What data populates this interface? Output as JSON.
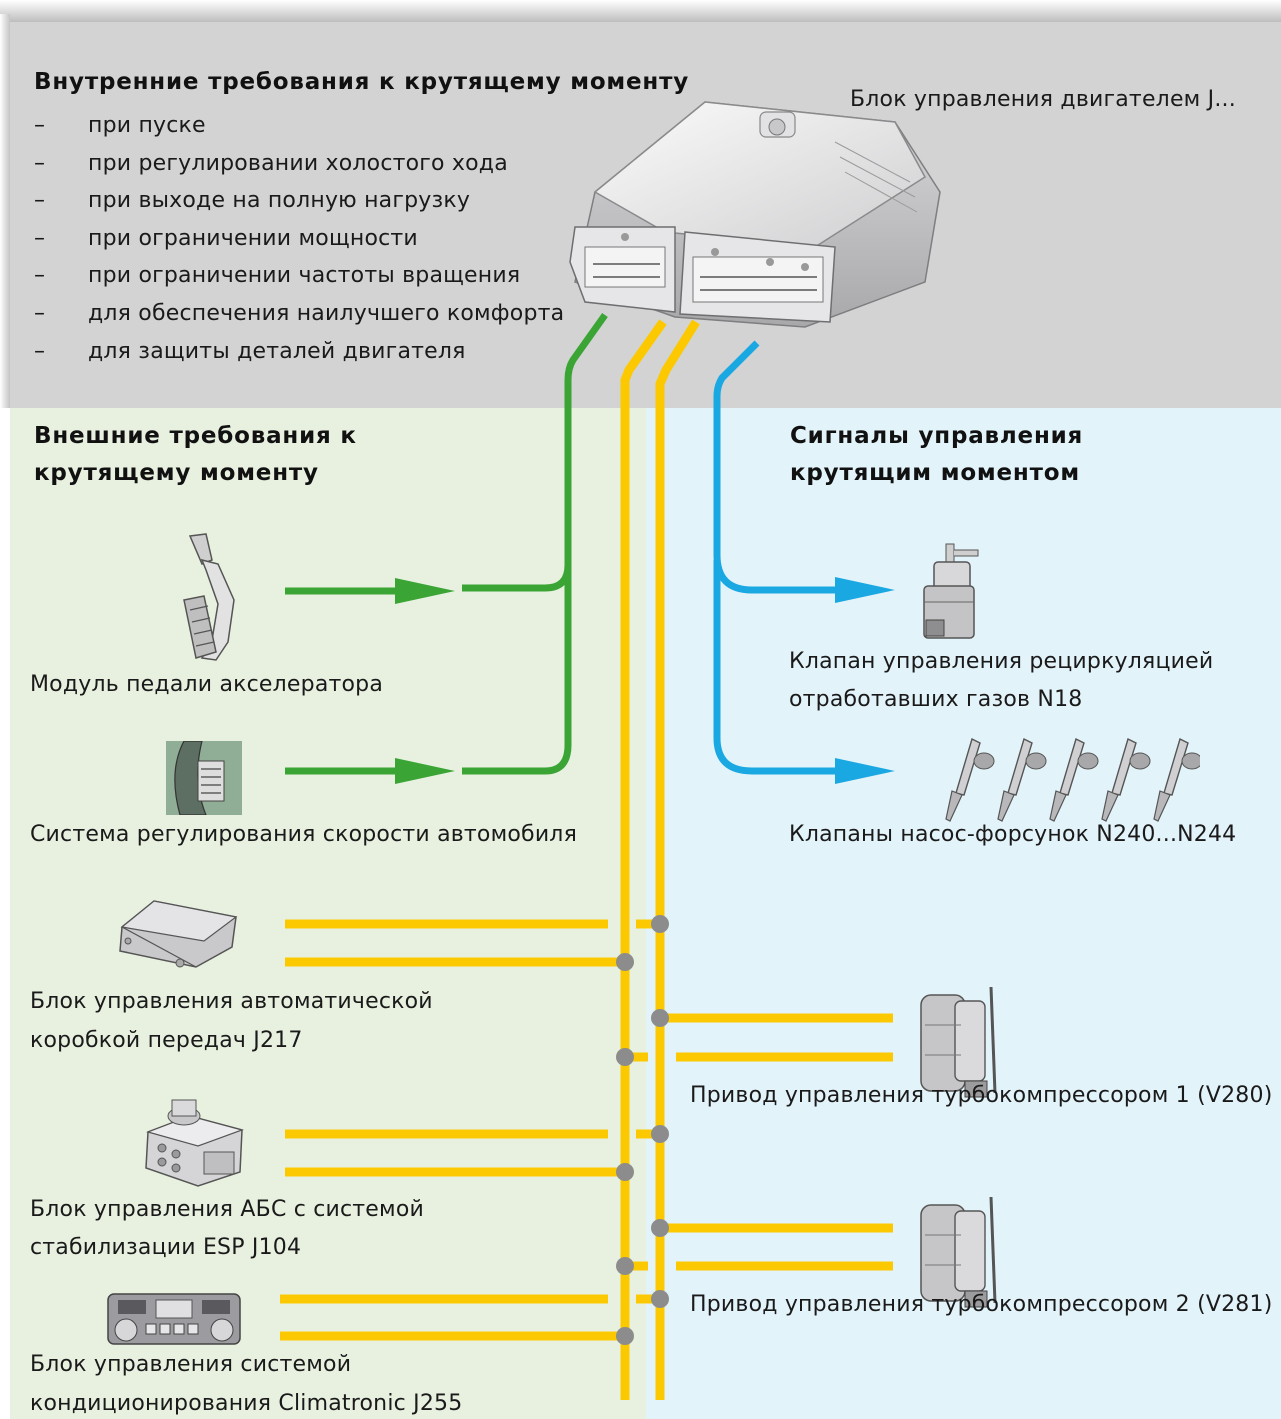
{
  "ecu_label": "Блок управления двигателем J...",
  "internal": {
    "heading": "Внутренние требования к крутящему моменту",
    "items": [
      "при пуске",
      "при регулировании холостого хода",
      "при выходе на полную нагрузку",
      "при ограничении мощности",
      "при ограничении частоты вращения",
      "для обеспечения наилучшего комфорта",
      "для защиты деталей двигателя"
    ],
    "dash": "–"
  },
  "external": {
    "heading_line1": "Внешние требования к",
    "heading_line2": "крутящему моменту",
    "accelerator": "Модуль педали акселератора",
    "cruise": "Система регулирования скорости автомобиля",
    "gearbox_line1": "Блок управления автоматической",
    "gearbox_line2": "коробкой передач J217",
    "abs_line1": "Блок управления АБС с системой",
    "abs_line2": "стабилизации ESP J104",
    "climatronic_line1": "Блок управления системой",
    "climatronic_line2": "кондиционирования Climatronic J255"
  },
  "signals": {
    "heading_line1": "Сигналы управления",
    "heading_line2": "крутящим моментом",
    "egr_line1": "Клапан управления рециркуляцией",
    "egr_line2": "отработавших газов N18",
    "injectors": "Клапаны насос-форсунок N240...N244",
    "turbo1": "Привод управления турбокомпрессором 1 (V280)",
    "turbo2": "Привод управления турбокомпрессором 2 (V281)"
  },
  "colors": {
    "top_bg": "#d3d3d4",
    "left_bg": "#e8f1e0",
    "right_bg": "#e3f3fa",
    "green_line": "#3aa535",
    "yellow_line": "#fcc900",
    "blue_line": "#1aa8e2",
    "junction": "#8c8c8c"
  },
  "icons": [
    "ecu-icon",
    "accelerator-pedal-icon",
    "cruise-control-icon",
    "gearbox-ecu-icon",
    "abs-unit-icon",
    "climatronic-panel-icon",
    "egr-valve-icon",
    "injector-icon",
    "turbo-actuator-icon"
  ]
}
